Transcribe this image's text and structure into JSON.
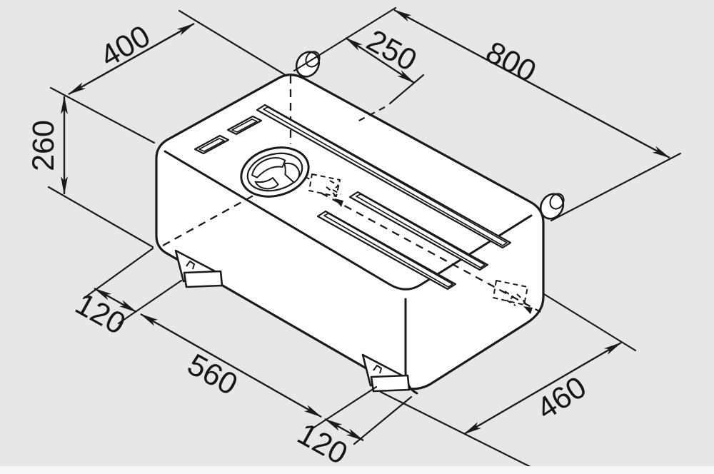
{
  "diagram": {
    "background_color": "#e7e7e7",
    "line_color": "#1a1a1a",
    "body_fill": "#ffffff",
    "dimensions": {
      "top_width": "400",
      "filler_neck_offset": "250",
      "overall_length": "800",
      "height": "260",
      "front_bracket_offset": "120",
      "bracket_spacing": "560",
      "rear_bracket_offset": "120",
      "bottom_depth": "460"
    }
  }
}
